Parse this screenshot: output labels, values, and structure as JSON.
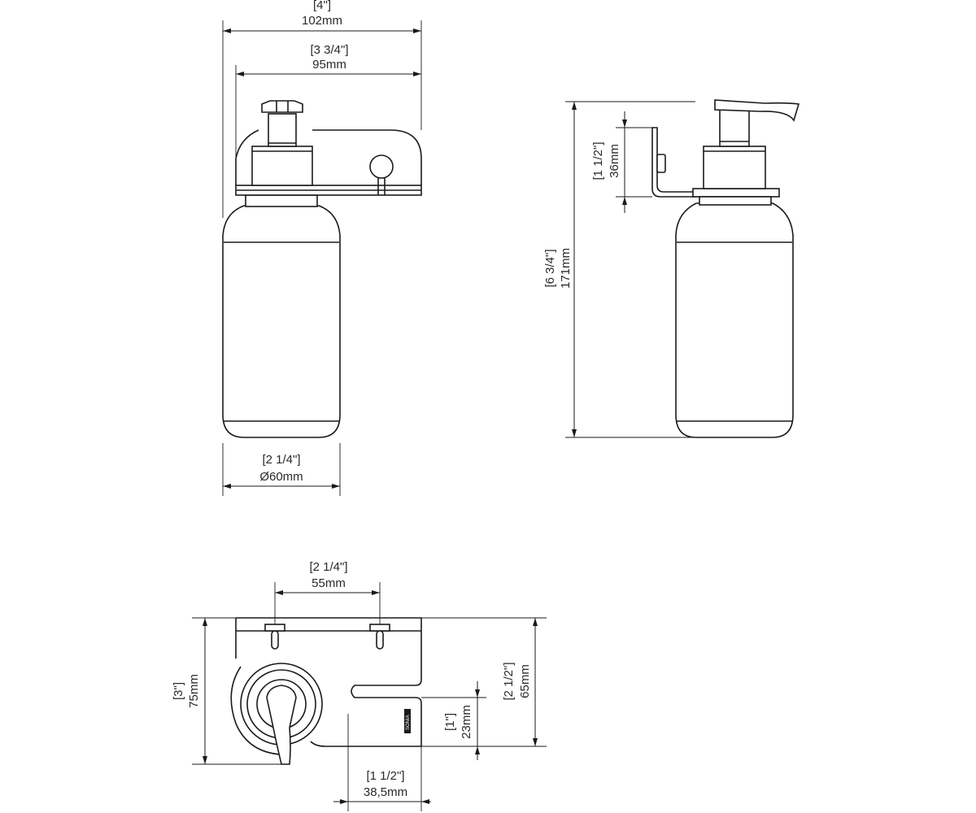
{
  "front_view": {
    "overall_width_in": "[4\"]",
    "overall_width_mm": "102mm",
    "bracket_width_in": "[3 3/4\"]",
    "bracket_width_mm": "95mm",
    "bottle_diameter_in": "[2 1/4\"]",
    "bottle_diameter_mm": "Ø60mm"
  },
  "side_view": {
    "overall_height_in": "[6 3/4\"]",
    "overall_height_mm": "171mm",
    "bracket_height_in": "[1 1/2\"]",
    "bracket_height_mm": "36mm"
  },
  "top_view": {
    "hole_spacing_in": "[2 1/4\"]",
    "hole_spacing_mm": "55mm",
    "depth_in": "[3\"]",
    "depth_mm": "75mm",
    "bracket_depth_in": "[2 1/2\"]",
    "bracket_depth_mm": "65mm",
    "slot_depth_in": "[1\"]",
    "slot_depth_mm": "23mm",
    "slot_width_in": "[1 1/2\"]",
    "slot_width_mm": "38,5mm",
    "logo_text": "SONIA"
  }
}
